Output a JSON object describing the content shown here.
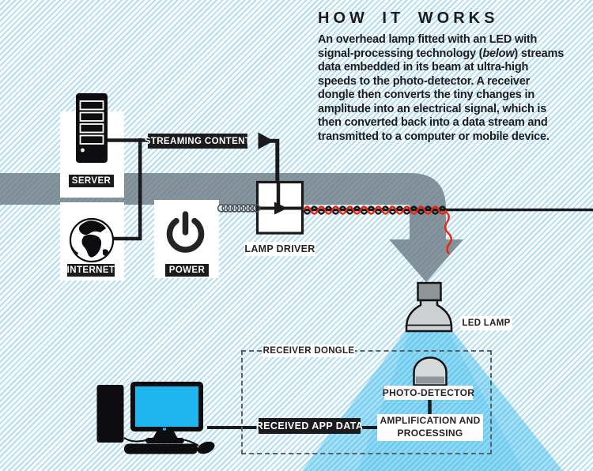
{
  "header": {
    "title": "HOW IT WORKS",
    "intro_before": "An overhead lamp fitted with an LED with signal-processing technology (",
    "intro_italic": "below",
    "intro_after": ") streams data embedded in its beam at ultra-high speeds to the photo-detector. A receiver dongle then converts the tiny changes in amplitude into an electrical signal, which is then converted back into a data stream and transmitted to a computer or mobile device."
  },
  "labels": {
    "server": "SERVER",
    "internet": "INTERNET",
    "power": "POWER",
    "streaming_content": "STREAMING CONTENT",
    "lamp_driver": "LAMP DRIVER",
    "led_lamp": "LED LAMP",
    "receiver_dongle": "RECEIVER DONGLE",
    "photo_detector": "PHOTO-DETECTOR",
    "amplification": "AMPLIFICATION AND PROCESSING",
    "received_app_data": "RECEIVED APP DATA"
  },
  "icons": {
    "server": "server-tower-icon",
    "internet": "globe-icon",
    "power": "power-icon",
    "lamp": "led-lamp-icon",
    "detector": "photo-detector-icon",
    "computer": "desktop-computer-icon",
    "flow": "pipe-arrow-icon",
    "coil": "coil-wire-icon"
  },
  "colors": {
    "stripe_blue": "#b0ddf3",
    "pipe_gray": "rgba(108,122,131,0.8)",
    "beam_cyan": "#29b5ea",
    "screen_cyan": "#1fb6f0",
    "wire_red": "#e8250f",
    "label_bg": "#1b1b1d",
    "text": "#1c1c1e"
  }
}
